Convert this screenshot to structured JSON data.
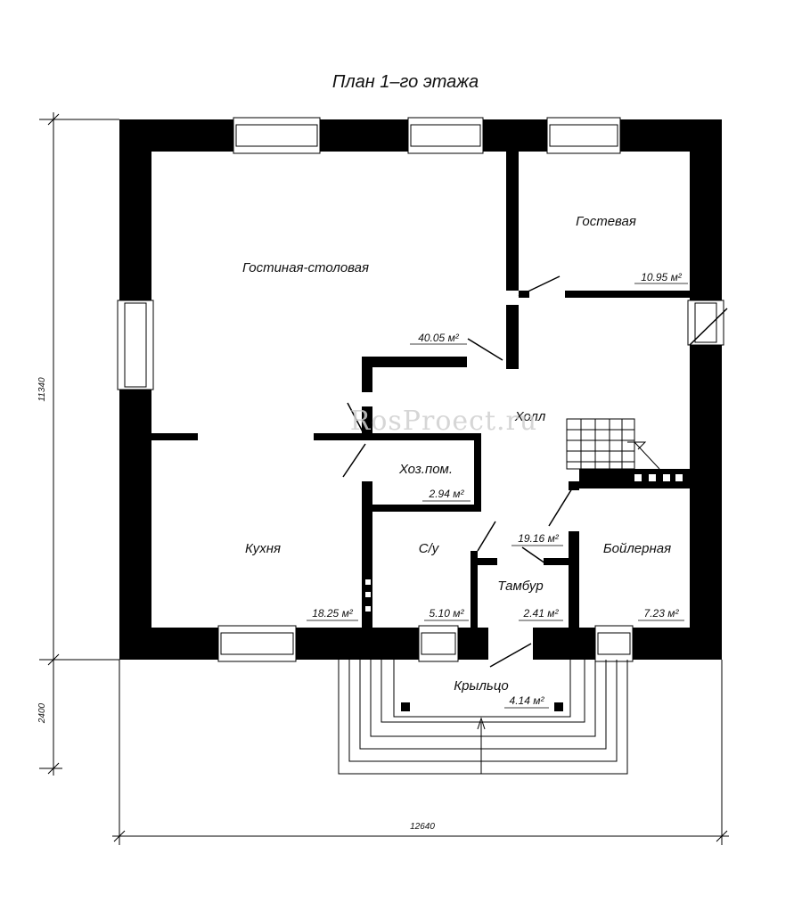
{
  "title": "План 1–го этажа",
  "watermark": "RosProect.ru",
  "rooms": [
    {
      "name": "Гостиная-столовая",
      "area": "40.05 м²"
    },
    {
      "name": "Гостевая",
      "area": "10.95 м²"
    },
    {
      "name": "Холл",
      "area": "19.16 м²"
    },
    {
      "name": "Хоз.пом.",
      "area": "2.94 м²"
    },
    {
      "name": "Кухня",
      "area": "18.25 м²"
    },
    {
      "name": "С/у",
      "area": "5.10 м²"
    },
    {
      "name": "Тамбур",
      "area": "2.41 м²"
    },
    {
      "name": "Бойлерная",
      "area": "7.23 м²"
    },
    {
      "name": "Крыльцо",
      "area": "4.14 м²"
    }
  ],
  "dimensions": {
    "house_height": "11340",
    "porch_depth": "2400",
    "width": "12640"
  },
  "colors": {
    "wall": "#000000",
    "line": "#111111",
    "background": "#ffffff"
  }
}
